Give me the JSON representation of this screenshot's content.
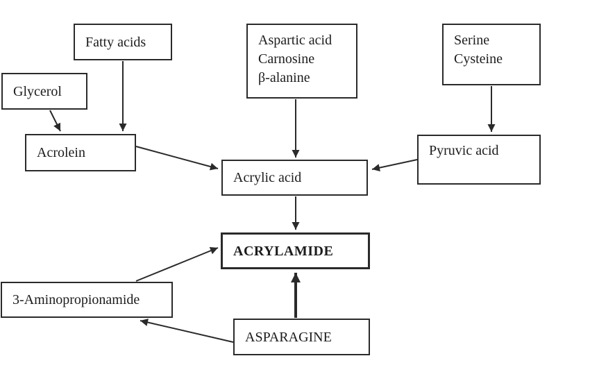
{
  "diagram": {
    "nodes": {
      "glycerol": {
        "label": "Glycerol"
      },
      "fatty_acids": {
        "label": "Fatty acids"
      },
      "aspartic_group": {
        "lines": [
          "Aspartic acid",
          "Carnosine",
          "β-alanine"
        ]
      },
      "serine_group": {
        "lines": [
          "Serine",
          "Cysteine"
        ]
      },
      "acrolein": {
        "label": "Acrolein"
      },
      "pyruvic_acid": {
        "label": "Pyruvic acid"
      },
      "acrylic_acid": {
        "label": "Acrylic acid"
      },
      "acrylamide": {
        "label": "ACRYLAMIDE",
        "emphasis": "bold box"
      },
      "aminopropionamide": {
        "label": "3-Aminopropionamide"
      },
      "asparagine": {
        "label": "ASPARAGINE"
      }
    },
    "edges": [
      {
        "from": "Glycerol",
        "to": "Acrolein",
        "style": "normal"
      },
      {
        "from": "Fatty acids",
        "to": "Acrolein",
        "style": "normal"
      },
      {
        "from": "Acrolein",
        "to": "Acrylic acid",
        "style": "normal"
      },
      {
        "from": "Aspartic acid / Carnosine / β-alanine",
        "to": "Acrylic acid",
        "style": "normal"
      },
      {
        "from": "Serine / Cysteine",
        "to": "Pyruvic acid",
        "style": "normal"
      },
      {
        "from": "Pyruvic acid",
        "to": "Acrylic acid",
        "style": "normal"
      },
      {
        "from": "Acrylic acid",
        "to": "ACRYLAMIDE",
        "style": "normal"
      },
      {
        "from": "3-Aminopropionamide",
        "to": "ACRYLAMIDE",
        "style": "normal"
      },
      {
        "from": "ASPARAGINE",
        "to": "ACRYLAMIDE",
        "style": "thick"
      },
      {
        "from": "ASPARAGINE",
        "to": "3-Aminopropionamide",
        "style": "normal"
      }
    ],
    "colors": {
      "background": "#ffffff",
      "box_fill": "#ffffff",
      "line": "#2a2a2a",
      "text": "#1c1c1c"
    }
  }
}
